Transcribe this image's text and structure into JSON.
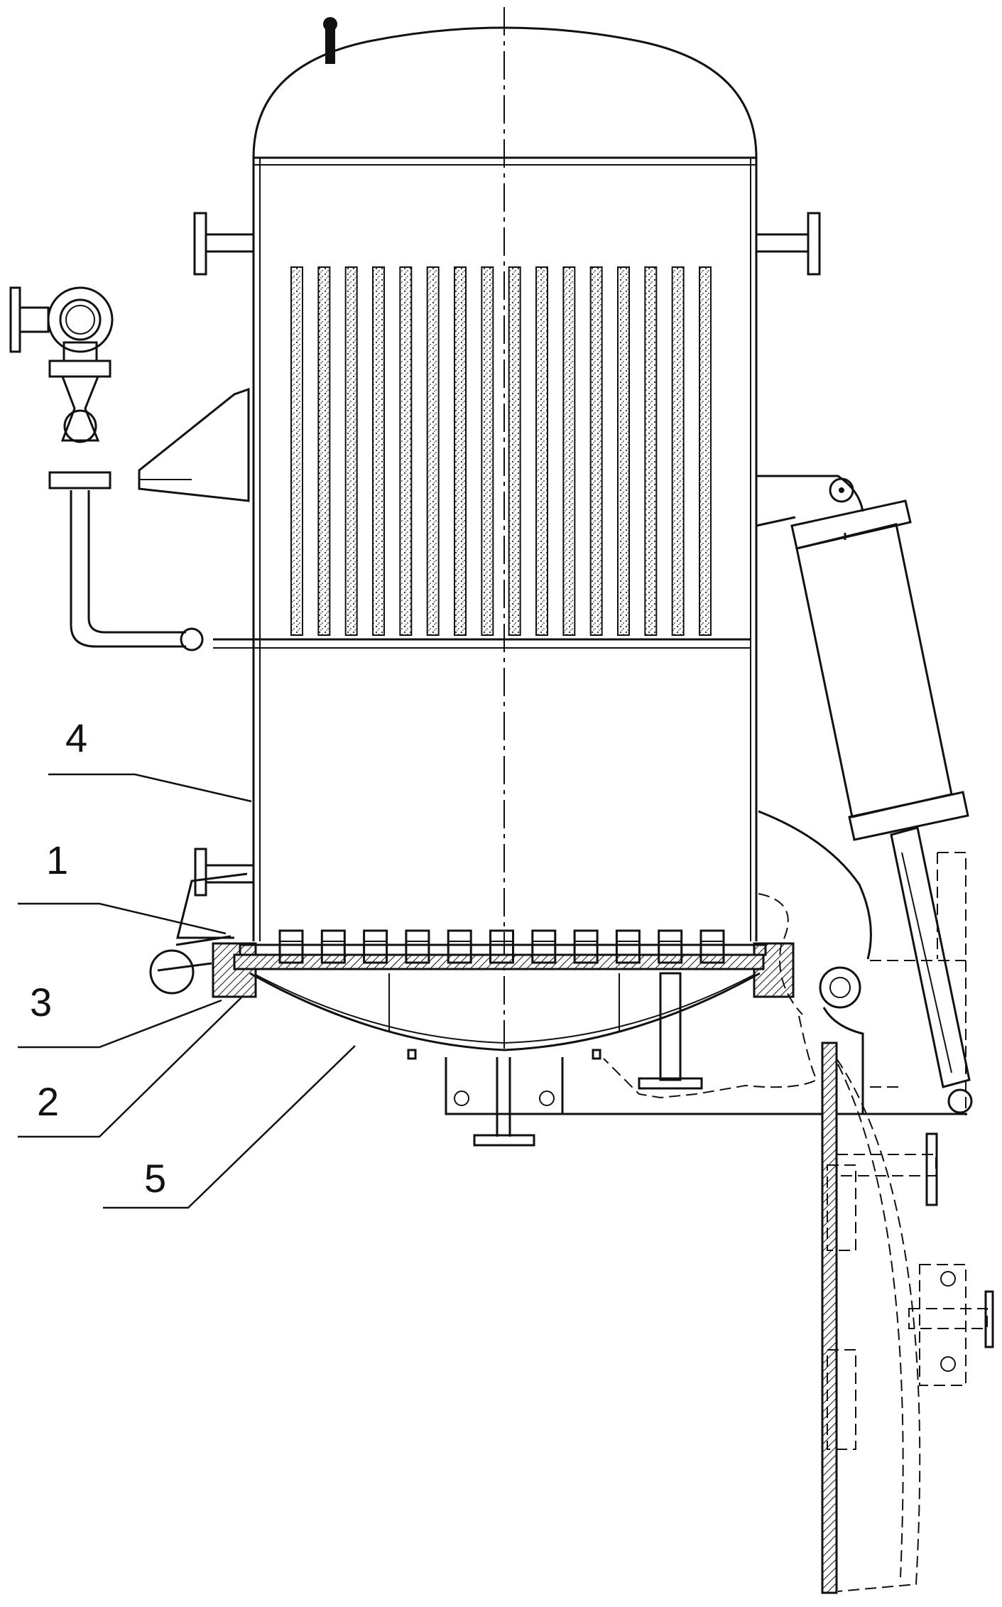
{
  "labels": [
    {
      "id": "4",
      "text": "4"
    },
    {
      "id": "1",
      "text": "1"
    },
    {
      "id": "3",
      "text": "3"
    },
    {
      "id": "2",
      "text": "2"
    },
    {
      "id": "5",
      "text": "5"
    }
  ],
  "filter_tube_count": 16,
  "nozzle_count": 11
}
